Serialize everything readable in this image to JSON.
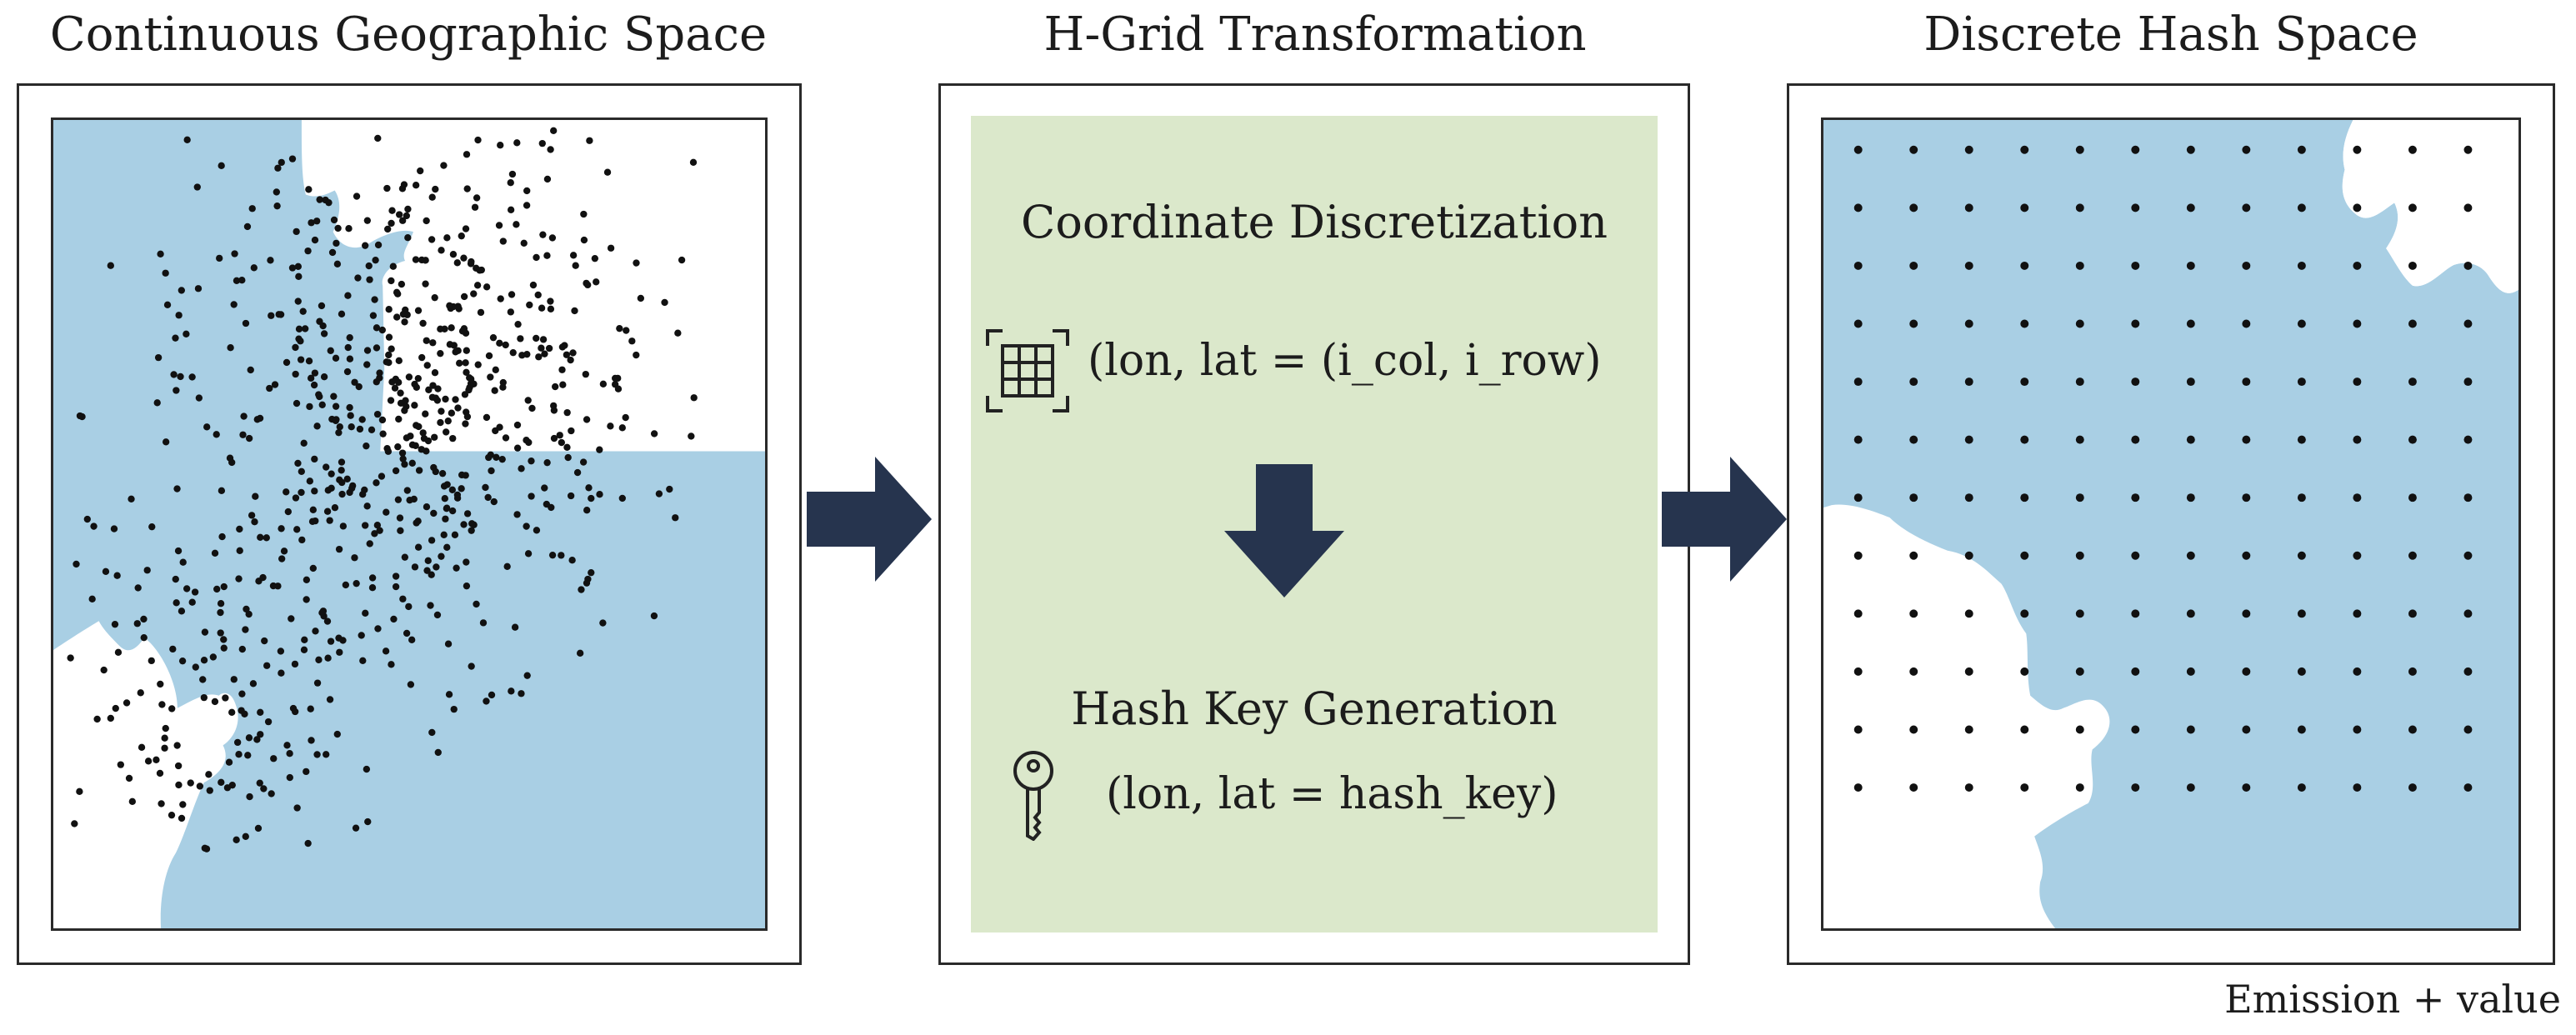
{
  "panels": {
    "left": {
      "title": "Continuous Geographic Space"
    },
    "middle": {
      "title": "H-Grid Transformation",
      "step1": {
        "title": "Coordinate Discretization",
        "formula": "(lon, lat = (i_col, i_row)",
        "icon": "grid-icon"
      },
      "step2": {
        "title": "Hash Key Generation",
        "formula": "(lon, lat  =  hash_key)",
        "icon": "key-icon"
      }
    },
    "right": {
      "title": "Discrete Hash Space"
    }
  },
  "footer": {
    "label": "Emission + value"
  },
  "colors": {
    "water": "#a9cfe4",
    "land": "#ffffff",
    "arrow": "#26344e",
    "panel_bg": "#dbe8cb",
    "dot": "#111111"
  },
  "grid": {
    "rows": 12,
    "cols": 12
  }
}
